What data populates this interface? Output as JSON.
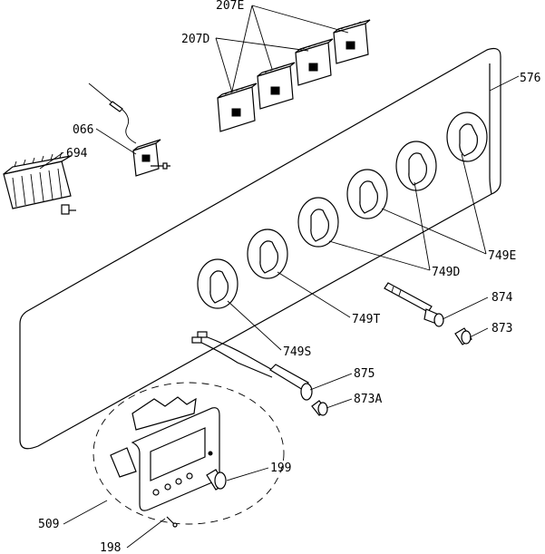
{
  "labels": {
    "p207E": "207E",
    "p207D": "207D",
    "p576": "576",
    "p066": "066",
    "p694": "694",
    "p749E": "749E",
    "p749D": "749D",
    "p749T": "749T",
    "p749S": "749S",
    "p874": "874",
    "p873": "873",
    "p875": "875",
    "p873A": "873A",
    "p199": "199",
    "p509": "509",
    "p198": "198"
  },
  "colors": {
    "ink": "#000000",
    "paper": "#ffffff"
  }
}
